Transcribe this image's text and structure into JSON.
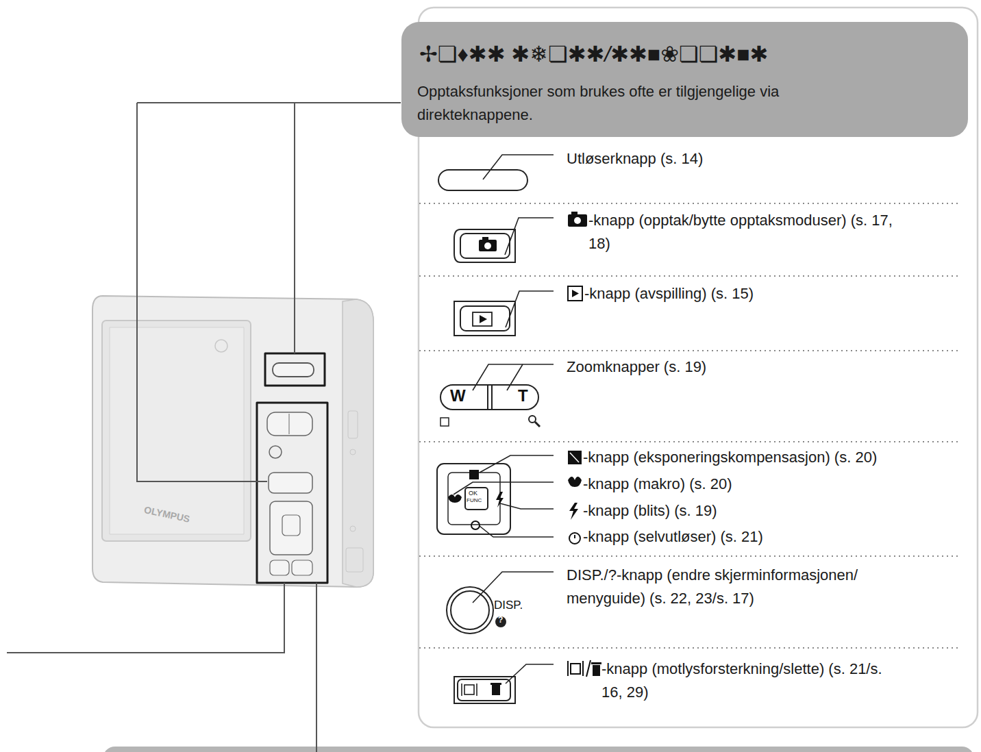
{
  "diagram": {
    "title": "✢❏♦✱✱ ✱❄❏✱✱/✱✱■❀❏❏✱■✱",
    "nodes": [
      {
        "text": [
          "Utløserknapp (s. 14)",
          "-knapp (opptak/bytte opptaksmoduser) (s. 17, 18)",
          "-knapp (avspilling) (s. 15)",
          "Zoomknapper (s. 19)",
          "-knapp (eksponeringskompensasjon) (s. 20)",
          "-knapp (makro) (s. 20)",
          "-knapp (blits) (s. 19)",
          "-knapp (selvutløser) (s. 21)",
          "DISP./?-knapp (endre skjerminformasjonen/ menyguide) (s. 22, 23/s. 17)",
          "-knapp (motlysforsterkning/slette) (s. 21/s. 16, 29)"
        ]
      },
      {
        "text": [
          "✢❏♦✱✱ ✱❄❏✱✱/✱✱■❀❏❏✱■✱",
          "Opptaksfunksjoner som brukes ofte er tilgjengelige via direkteknappene."
        ],
        "in": 0
      }
    ],
    "labels": [
      "W",
      "T",
      "OK",
      "FUNC",
      "DISP.",
      "?",
      "OLYMPUS"
    ]
  }
}
